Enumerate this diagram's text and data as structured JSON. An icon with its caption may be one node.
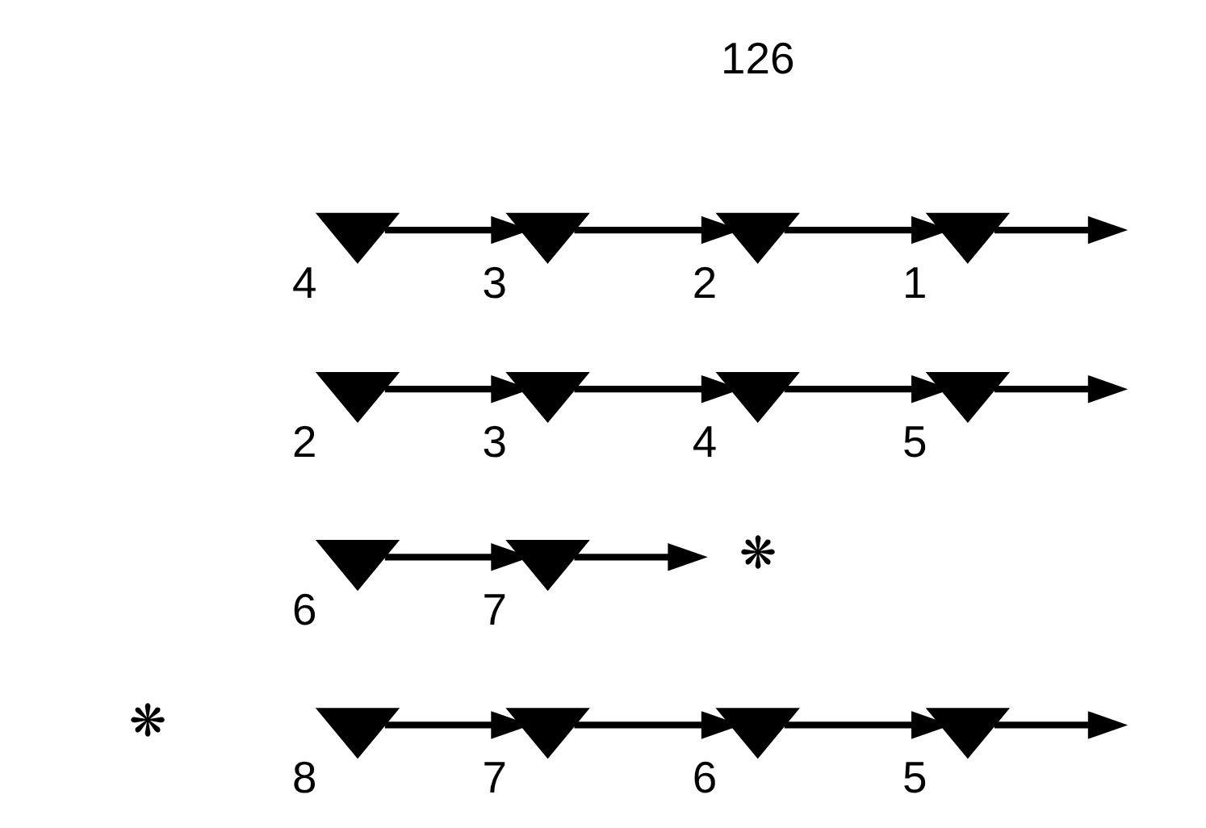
{
  "diagram": {
    "nodes": [
      {
        "text": [],
        "shape": "triangle",
        "beside": [
          "8"
        ]
      },
      {
        "text": [],
        "shape": "triangle",
        "beside": [
          "7"
        ]
      },
      {
        "text": [],
        "shape": "triangle",
        "beside": [
          "6"
        ]
      },
      {
        "text": [],
        "shape": "triangle",
        "beside": [
          "5"
        ]
      },
      {
        "text": [],
        "shape": "triangle",
        "beside": [
          "4"
        ]
      },
      {
        "text": [],
        "shape": "triangle",
        "beside": [
          "3"
        ]
      },
      {
        "text": [],
        "shape": "triangle",
        "beside": [
          "2"
        ]
      },
      {
        "text": [],
        "shape": "triangle",
        "beside": [
          "1"
        ]
      },
      {
        "text": [],
        "shape": "triangle",
        "beside": [
          "2"
        ]
      },
      {
        "text": [],
        "shape": "triangle",
        "beside": [
          "3"
        ]
      },
      {
        "text": [],
        "shape": "triangle",
        "beside": [
          "4"
        ]
      },
      {
        "text": [],
        "shape": "triangle",
        "beside": [
          "5"
        ]
      },
      {
        "text": [],
        "shape": "triangle",
        "beside": [
          "6"
        ]
      },
      {
        "text": [],
        "shape": "triangle",
        "beside": [
          "7"
        ]
      },
      {
        "text": [
          "❋"
        ]
      }
    ],
    "edges": [
      {
        "from": 0,
        "to": 1,
        "arrow": "to"
      },
      {
        "from": 1,
        "to": 2,
        "arrow": "to"
      },
      {
        "from": 2,
        "to": 3,
        "arrow": "to"
      },
      {
        "from": 3,
        "to": null,
        "arrow": "to"
      },
      {
        "from": 4,
        "to": 5,
        "arrow": "to"
      },
      {
        "from": 5,
        "to": 6,
        "arrow": "to"
      },
      {
        "from": 6,
        "to": 7,
        "arrow": "to"
      },
      {
        "from": 7,
        "to": null,
        "arrow": "to"
      },
      {
        "from": 8,
        "to": 9,
        "arrow": "to"
      },
      {
        "from": 9,
        "to": 10,
        "arrow": "to"
      },
      {
        "from": 10,
        "to": 11,
        "arrow": "to"
      },
      {
        "from": 11,
        "to": null,
        "arrow": "to"
      },
      {
        "from": 12,
        "to": 13,
        "arrow": "to"
      },
      {
        "from": 13,
        "to": 14,
        "arrow": "to"
      }
    ],
    "labels": [
      "126",
      "❋"
    ]
  }
}
